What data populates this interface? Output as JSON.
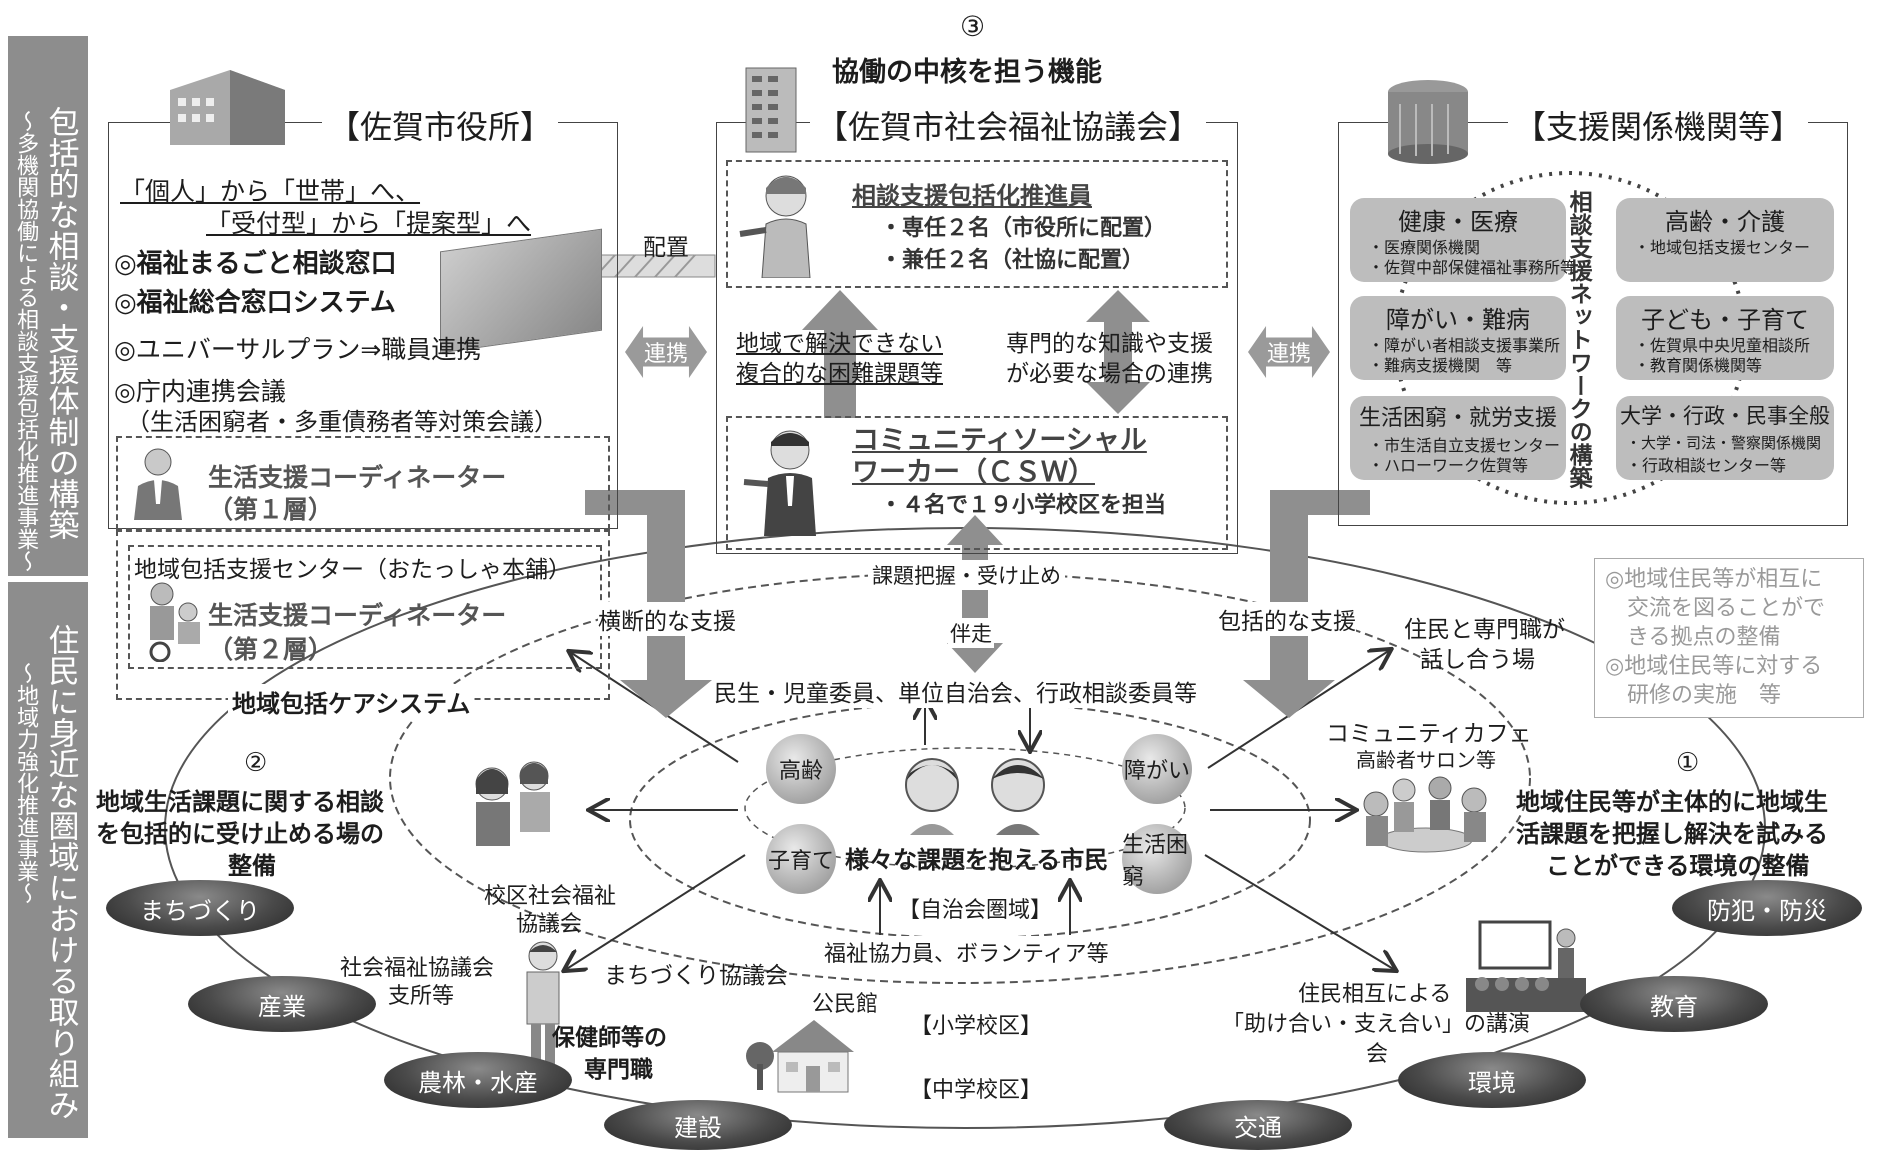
{
  "left_bar": {
    "top_main": "包括的な相談・支援体制の構築",
    "top_sub": "〜多機関協働による相談支援包括化推進事業〜",
    "bottom_main": "住民に身近な圏域における取り組み",
    "bottom_sub": "〜地域力強化推進事業〜"
  },
  "core": {
    "number": "③",
    "label": "協働の中核を担う機能"
  },
  "city_hall": {
    "title": "【佐賀市役所】",
    "line1": "「個人」から「世帯」へ、",
    "line2": "「受付型」から「提案型」へ",
    "item1": "◎福祉まるごと相談窓口",
    "item2": "◎福祉総合窓口システム",
    "item3": "◎ユニバーサルプラン⇒職員連携",
    "item4": "◎庁内連携会議",
    "item4_sub": "（生活困窮者・多重債務者等対策会議）",
    "coordinator1_a": "生活支援コーディネーター",
    "coordinator1_b": "（第１層）",
    "center": "地域包括支援センター（おたっしゃ本舗）",
    "coordinator2_a": "生活支援コーディネーター",
    "coordinator2_b": "（第２層）",
    "care_system": "地域包括ケアシステム"
  },
  "placement_label": "配置",
  "renkei": "連携",
  "council": {
    "title": "【佐賀市社会福祉協議会】",
    "promoter": "相談支援包括化推進員",
    "promoter_line1": "・専任２名（市役所に配置）",
    "promoter_line2": "・兼任２名（社協に配置）",
    "left_text1": "地域で解決できない",
    "left_text2": "複合的な困難課題等",
    "right_text1": "専門的な知識や支援",
    "right_text2": "が必要な場合の連携",
    "csw1": "コミュニティソーシャル",
    "csw2": "ワーカー（ＣＳＷ）",
    "csw_line": "・４名で１９小学校区を担当"
  },
  "support": {
    "title": "【支援関係機関等】",
    "network": "相談支援ネットワークの構築",
    "categories": [
      {
        "title": "健康・医療",
        "items": [
          "・医療関係機関",
          "・佐賀中部保健福祉事務所等"
        ]
      },
      {
        "title": "高齢・介護",
        "items": [
          "・地域包括支援センター"
        ]
      },
      {
        "title": "障がい・難病",
        "items": [
          "・障がい者相談支援事業所",
          "・難病支援機関　等"
        ]
      },
      {
        "title": "子ども・子育て",
        "items": [
          "・佐賀県中央児童相談所",
          "・教育関係機関等"
        ]
      },
      {
        "title": "生活困窮・就労支援",
        "items": [
          "・市生活自立支援センター",
          "・ハローワーク佐賀等"
        ]
      },
      {
        "title": "大学・行政・民事全般",
        "items": [
          "・大学・司法・警察関係機関",
          "・行政相談センター等"
        ]
      }
    ]
  },
  "community": {
    "kadai": "課題把握・受け止め",
    "bansou": "伴走",
    "oudan": "横断的な支援",
    "houkatsu": "包括的な支援",
    "minsei": "民生・児童委員、単位自治会、行政相談委員等",
    "kourei": "高齢",
    "shougai": "障がい",
    "kosodate": "子育て",
    "seikatsu": "生活困窮",
    "citizens": "様々な課題を抱える市民",
    "jichikai": "【自治会圏域】",
    "volunteers": "福祉協力員、ボランティア等",
    "machizukuri_kyougikai": "まちづくり協議会",
    "kouminkan": "公民館",
    "shougakkou": "【小学校区】",
    "chuugakkou": "【中学校区】",
    "kouku1": "校区社会福祉",
    "kouku2": "協議会",
    "shisho1": "社会福祉協議会",
    "shisho2": "支所等",
    "hokenshi1": "保健師等の",
    "hokenshi2": "専門職",
    "place1": "住民と専門職が",
    "place2": "話し合う場",
    "cafe1": "コミュニティカフェ",
    "cafe2": "高齢者サロン等",
    "lecture1": "住民相互による",
    "lecture2": "「助け合い・支え合い」の講演",
    "lecture3": "会"
  },
  "area2": {
    "number": "②",
    "line1": "地域生活課題に関する相談",
    "line2": "を包括的に受け止める場の",
    "line3": "整備"
  },
  "area1": {
    "number": "①",
    "line1": "地域住民等が主体的に地域生",
    "line2": "活課題を把握し解決を試みる",
    "line3": "ことができる環境の整備"
  },
  "note": {
    "line1": "◎地域住民等が相互に",
    "line2": "　交流を図ることがで",
    "line3": "　きる拠点の整備",
    "line4": "◎地域住民等に対する",
    "line5": "　研修の実施　等"
  },
  "domains": [
    "まちづくり",
    "産業",
    "農林・水産",
    "建設",
    "交通",
    "環境",
    "教育",
    "防犯・防災"
  ]
}
